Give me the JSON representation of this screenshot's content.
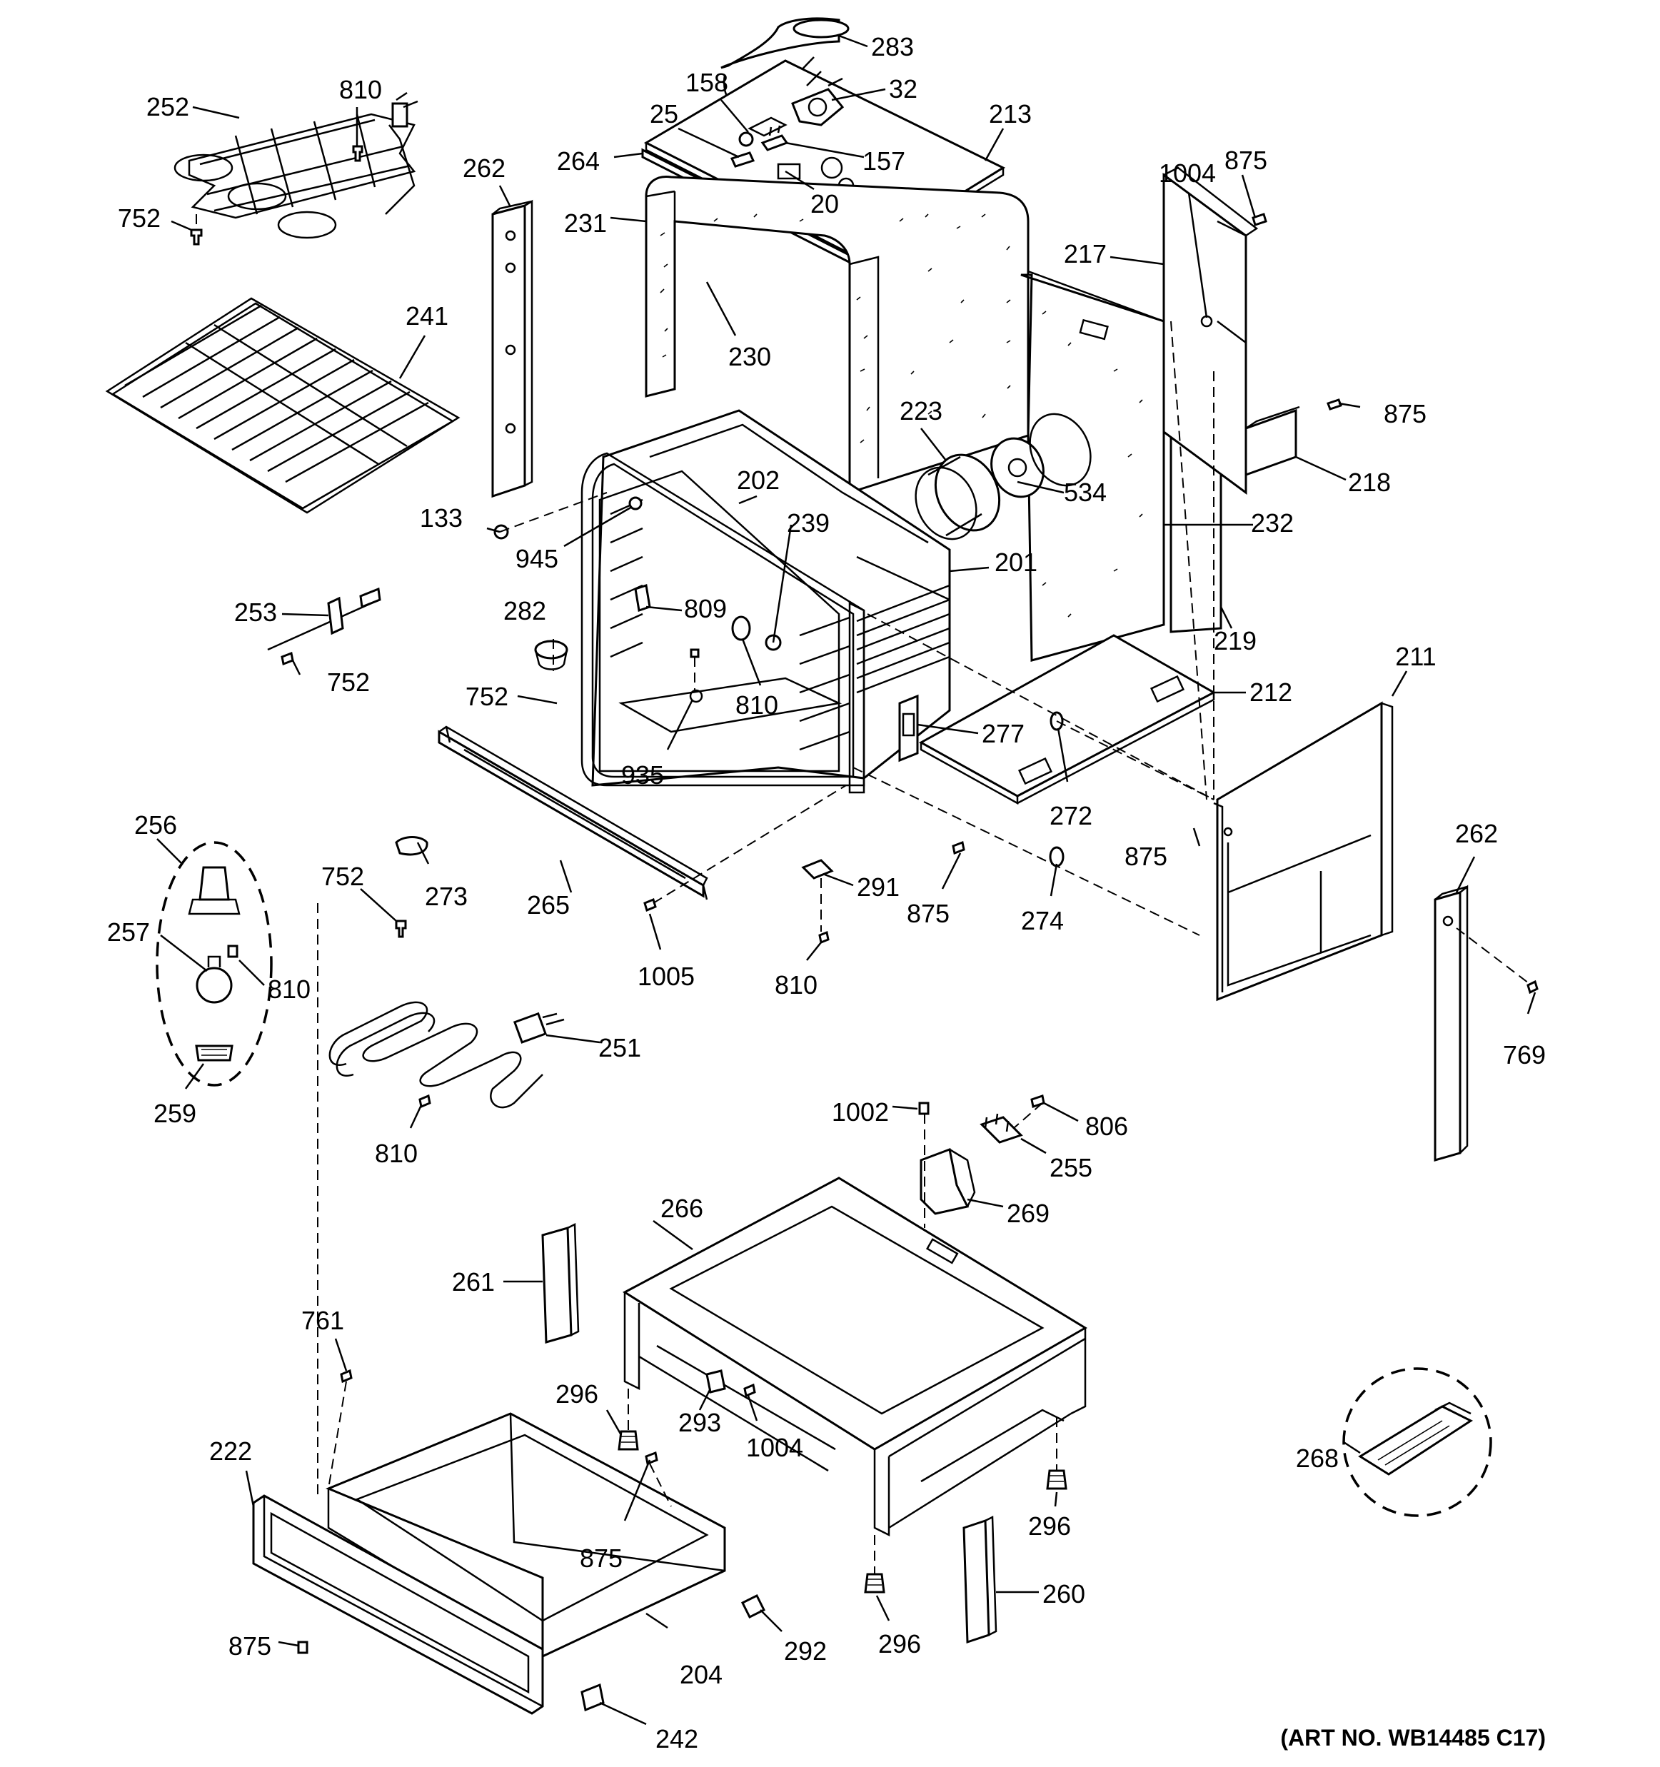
{
  "callouts": [
    {
      "id": "c283",
      "text": "283",
      "anchor": "start"
    },
    {
      "id": "c32",
      "text": "32",
      "anchor": "start"
    },
    {
      "id": "c158",
      "text": "158",
      "anchor": "middle"
    },
    {
      "id": "c25",
      "text": "25",
      "anchor": "middle"
    },
    {
      "id": "c213",
      "text": "213",
      "anchor": "start"
    },
    {
      "id": "c264",
      "text": "264",
      "anchor": "end"
    },
    {
      "id": "c157",
      "text": "157",
      "anchor": "start"
    },
    {
      "id": "c20",
      "text": "20",
      "anchor": "middle"
    },
    {
      "id": "c810a",
      "text": "810",
      "anchor": "middle"
    },
    {
      "id": "c252",
      "text": "252",
      "anchor": "end"
    },
    {
      "id": "c752a",
      "text": "752",
      "anchor": "end"
    },
    {
      "id": "c262a",
      "text": "262",
      "anchor": "middle"
    },
    {
      "id": "c231",
      "text": "231",
      "anchor": "end"
    },
    {
      "id": "c1004a",
      "text": "1004",
      "anchor": "middle"
    },
    {
      "id": "c875a",
      "text": "875",
      "anchor": "middle"
    },
    {
      "id": "c217",
      "text": "217",
      "anchor": "end"
    },
    {
      "id": "c241",
      "text": "241",
      "anchor": "middle"
    },
    {
      "id": "c230",
      "text": "230",
      "anchor": "middle"
    },
    {
      "id": "c223",
      "text": "223",
      "anchor": "middle"
    },
    {
      "id": "c875b",
      "text": "875",
      "anchor": "start"
    },
    {
      "id": "c218",
      "text": "218",
      "anchor": "start"
    },
    {
      "id": "c202",
      "text": "202",
      "anchor": "middle"
    },
    {
      "id": "c534",
      "text": "534",
      "anchor": "start"
    },
    {
      "id": "c133",
      "text": "133",
      "anchor": "end"
    },
    {
      "id": "c239",
      "text": "239",
      "anchor": "middle"
    },
    {
      "id": "c232",
      "text": "232",
      "anchor": "start"
    },
    {
      "id": "c945",
      "text": "945",
      "anchor": "end"
    },
    {
      "id": "c201",
      "text": "201",
      "anchor": "start"
    },
    {
      "id": "c253",
      "text": "253",
      "anchor": "end"
    },
    {
      "id": "c282",
      "text": "282",
      "anchor": "middle"
    },
    {
      "id": "c809",
      "text": "809",
      "anchor": "start"
    },
    {
      "id": "c219",
      "text": "219",
      "anchor": "middle"
    },
    {
      "id": "c752b",
      "text": "752",
      "anchor": "start"
    },
    {
      "id": "c211",
      "text": "211",
      "anchor": "middle"
    },
    {
      "id": "c752c",
      "text": "752",
      "anchor": "end"
    },
    {
      "id": "c212",
      "text": "212",
      "anchor": "start"
    },
    {
      "id": "c810b",
      "text": "810",
      "anchor": "middle"
    },
    {
      "id": "c277",
      "text": "277",
      "anchor": "start"
    },
    {
      "id": "c935",
      "text": "935",
      "anchor": "middle"
    },
    {
      "id": "c272",
      "text": "272",
      "anchor": "middle"
    },
    {
      "id": "c256",
      "text": "256",
      "anchor": "middle"
    },
    {
      "id": "c262b",
      "text": "262",
      "anchor": "middle"
    },
    {
      "id": "c875c",
      "text": "875",
      "anchor": "middle"
    },
    {
      "id": "c752d",
      "text": "752",
      "anchor": "middle"
    },
    {
      "id": "c273",
      "text": "273",
      "anchor": "middle"
    },
    {
      "id": "c291",
      "text": "291",
      "anchor": "start"
    },
    {
      "id": "c257",
      "text": "257",
      "anchor": "end"
    },
    {
      "id": "c265",
      "text": "265",
      "anchor": "middle"
    },
    {
      "id": "c875d",
      "text": "875",
      "anchor": "middle"
    },
    {
      "id": "c274",
      "text": "274",
      "anchor": "middle"
    },
    {
      "id": "c810c",
      "text": "810",
      "anchor": "start"
    },
    {
      "id": "c1005",
      "text": "1005",
      "anchor": "middle"
    },
    {
      "id": "c810d",
      "text": "810",
      "anchor": "middle"
    },
    {
      "id": "c769",
      "text": "769",
      "anchor": "middle"
    },
    {
      "id": "c251",
      "text": "251",
      "anchor": "start"
    },
    {
      "id": "c259",
      "text": "259",
      "anchor": "middle"
    },
    {
      "id": "c810e",
      "text": "810",
      "anchor": "middle"
    },
    {
      "id": "c1002",
      "text": "1002",
      "anchor": "end"
    },
    {
      "id": "c806",
      "text": "806",
      "anchor": "start"
    },
    {
      "id": "c255",
      "text": "255",
      "anchor": "start"
    },
    {
      "id": "c269",
      "text": "269",
      "anchor": "start"
    },
    {
      "id": "c266",
      "text": "266",
      "anchor": "middle"
    },
    {
      "id": "c261",
      "text": "261",
      "anchor": "end"
    },
    {
      "id": "c761",
      "text": "761",
      "anchor": "middle"
    },
    {
      "id": "c296a",
      "text": "296",
      "anchor": "middle"
    },
    {
      "id": "c293",
      "text": "293",
      "anchor": "middle"
    },
    {
      "id": "c1004b",
      "text": "1004",
      "anchor": "middle"
    },
    {
      "id": "c268",
      "text": "268",
      "anchor": "end"
    },
    {
      "id": "c222",
      "text": "222",
      "anchor": "middle"
    },
    {
      "id": "c296b",
      "text": "296",
      "anchor": "middle"
    },
    {
      "id": "c875e",
      "text": "875",
      "anchor": "middle"
    },
    {
      "id": "c260",
      "text": "260",
      "anchor": "start"
    },
    {
      "id": "c875f",
      "text": "875",
      "anchor": "end"
    },
    {
      "id": "c296c",
      "text": "296",
      "anchor": "middle"
    },
    {
      "id": "c292",
      "text": "292",
      "anchor": "middle"
    },
    {
      "id": "c204",
      "text": "204",
      "anchor": "middle"
    },
    {
      "id": "c242",
      "text": "242",
      "anchor": "middle"
    }
  ],
  "art_number": "(ART NO. WB14485 C17)"
}
